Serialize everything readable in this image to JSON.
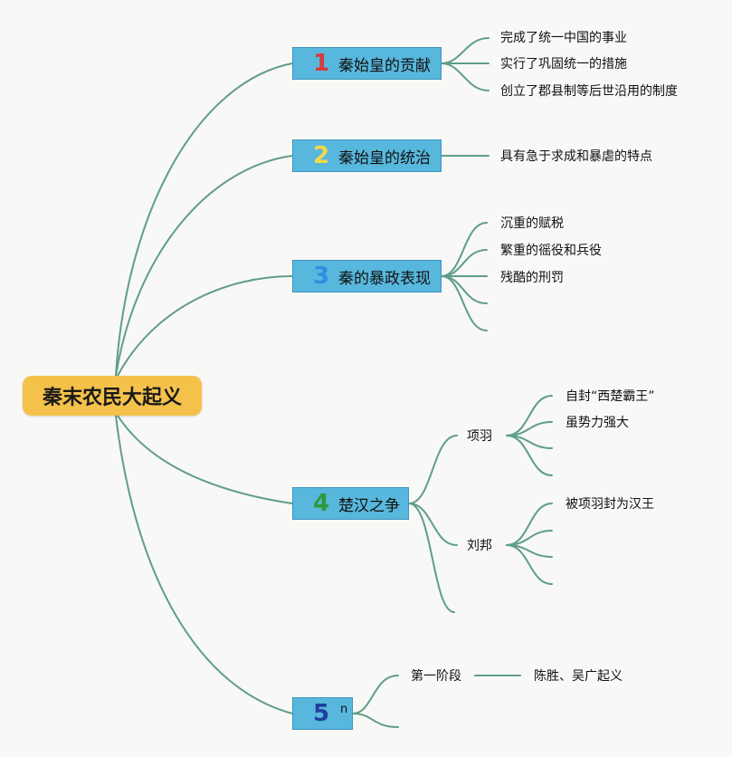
{
  "root": {
    "label": "秦末农民大起义",
    "color": "#f4c14a"
  },
  "topics": [
    {
      "num": "1",
      "num_color": "#d63b3b",
      "label": "秦始皇的贡献",
      "items": [
        "完成了统一中国的事业",
        "实行了巩固统一的措施",
        "创立了郡县制等后世沿用的制度"
      ]
    },
    {
      "num": "2",
      "num_color": "#f2d94a",
      "label": "秦始皇的统治",
      "items": [
        "具有急于求成和暴虐的特点"
      ]
    },
    {
      "num": "3",
      "num_color": "#2d8fe0",
      "label": "秦的暴政表现",
      "items": [
        "沉重的赋税",
        "繁重的徭役和兵役",
        "残酷的刑罚"
      ]
    },
    {
      "num": "4",
      "num_color": "#2f9a3a",
      "label": "楚汉之争",
      "subtopics": [
        {
          "label": "项羽",
          "items": [
            "自封“西楚霸王”",
            "虽势力强大"
          ]
        },
        {
          "label": "刘邦",
          "items": [
            "被项羽封为汉王"
          ]
        }
      ]
    },
    {
      "num": "5",
      "num_color": "#1f3f9e",
      "label": "n",
      "subtopics": [
        {
          "label": "第一阶段",
          "items": [
            "陈胜、吴广起义"
          ]
        }
      ]
    }
  ],
  "colors": {
    "topic_fill": "#58b7dd",
    "link": "#5f9e88"
  }
}
